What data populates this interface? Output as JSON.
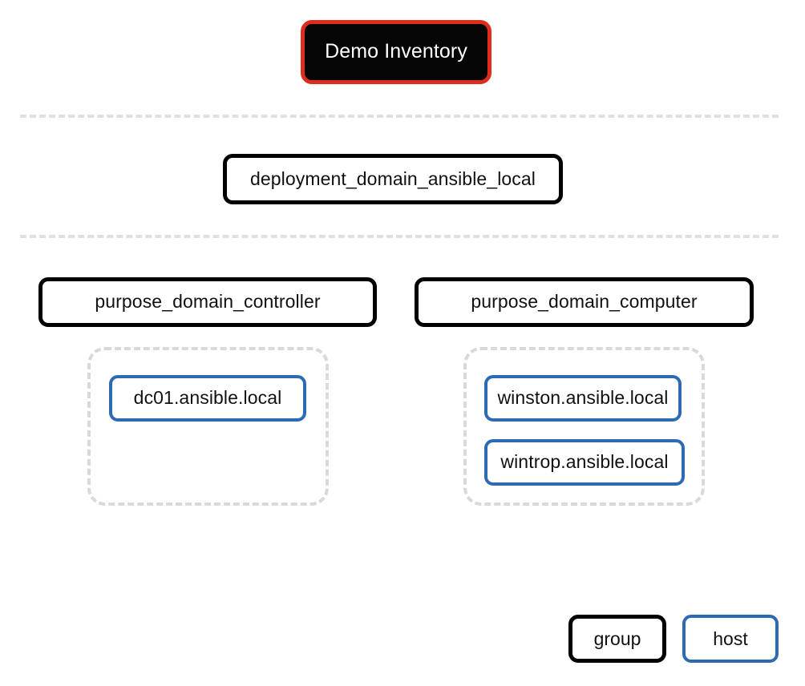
{
  "diagram": {
    "type": "tree",
    "title": "Demo Inventory",
    "background": "#ffffff",
    "colors": {
      "root_border": "#dd2d1f",
      "root_fill": "#050505",
      "root_text": "#ffffff",
      "group_border": "#000000",
      "host_border": "#2c6bb3",
      "container_border": "#d9d9d9",
      "separator": "#e0e0e0",
      "text": "#111111"
    },
    "root": {
      "label": "Demo Inventory",
      "kind": "group"
    },
    "levels": [
      {
        "index": 0,
        "nodes": [
          {
            "label": "Demo Inventory",
            "kind": "root"
          }
        ]
      },
      {
        "index": 1,
        "nodes": [
          {
            "label": "deployment_domain_ansible_local",
            "kind": "group"
          }
        ]
      },
      {
        "index": 2,
        "nodes": [
          {
            "label": "purpose_domain_controller",
            "kind": "group"
          },
          {
            "label": "purpose_domain_computer",
            "kind": "group"
          }
        ]
      }
    ],
    "groups": [
      {
        "name": "purpose_domain_controller",
        "hosts": [
          "dc01.ansible.local"
        ]
      },
      {
        "name": "purpose_domain_computer",
        "hosts": [
          "winston.ansible.local",
          "wintrop.ansible.local"
        ]
      }
    ],
    "separators": [
      {
        "name": "separator-level-0-1"
      },
      {
        "name": "separator-level-1-2"
      }
    ],
    "legend": {
      "items": [
        {
          "label": "group",
          "kind": "group"
        },
        {
          "label": "host",
          "kind": "host"
        }
      ]
    }
  }
}
